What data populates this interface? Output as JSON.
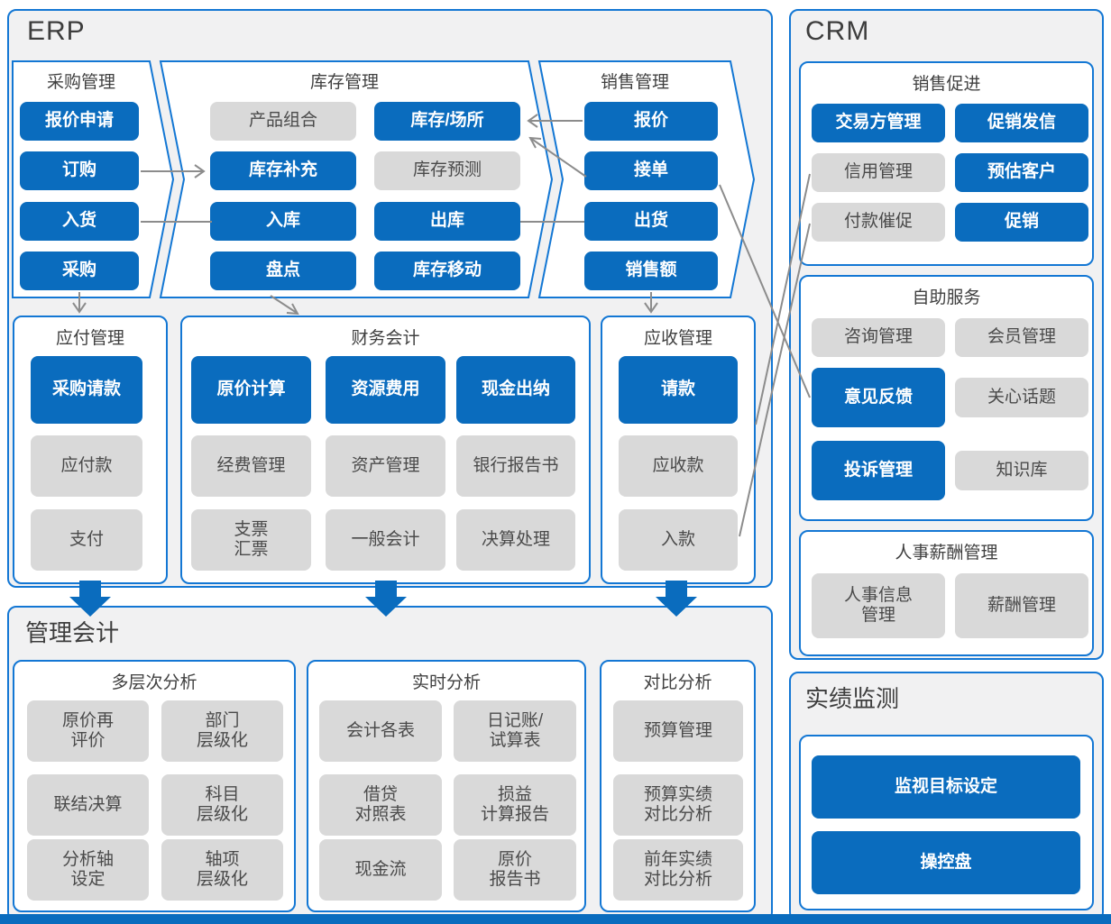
{
  "colors": {
    "accent_blue": "#0a6cbe",
    "border_blue": "#1377d4",
    "gray_block": "#d9d9d9",
    "connector_gray": "#8c8c8c"
  },
  "erp": {
    "title": "ERP",
    "procurement": {
      "title": "采购管理",
      "items": [
        "报价申请",
        "订购",
        "入货",
        "采购"
      ],
      "items_hl": [
        true,
        true,
        true,
        true
      ]
    },
    "inventory": {
      "title": "库存管理",
      "col1": [
        "产品组合",
        "库存补充",
        "入库",
        "盘点"
      ],
      "col1_hl": [
        false,
        true,
        true,
        true
      ],
      "col2": [
        "库存/场所",
        "库存预测",
        "出库",
        "库存移动"
      ],
      "col2_hl": [
        true,
        false,
        true,
        true
      ]
    },
    "sales": {
      "title": "销售管理",
      "items": [
        "报价",
        "接单",
        "出货",
        "销售额"
      ],
      "items_hl": [
        true,
        true,
        true,
        true
      ]
    },
    "payable": {
      "title": "应付管理",
      "items": [
        "采购请款",
        "应付款",
        "支付"
      ],
      "items_hl": [
        true,
        false,
        false
      ]
    },
    "accounting": {
      "title": "财务会计",
      "col1": [
        "原价计算",
        "经费管理",
        "支票\n汇票"
      ],
      "col1_hl": [
        true,
        false,
        false
      ],
      "col2": [
        "资源费用",
        "资产管理",
        "一般会计"
      ],
      "col2_hl": [
        true,
        false,
        false
      ],
      "col3": [
        "现金出纳",
        "银行报告书",
        "决算处理"
      ],
      "col3_hl": [
        true,
        false,
        false
      ]
    },
    "receivable": {
      "title": "应收管理",
      "items": [
        "请款",
        "应收款",
        "入款"
      ],
      "items_hl": [
        true,
        false,
        false
      ]
    }
  },
  "management": {
    "title": "管理会计",
    "multilayer": {
      "title": "多层次分析",
      "col1": [
        "原价再\n评价",
        "联结决算",
        "分析轴\n设定"
      ],
      "col1_hl": [
        false,
        false,
        false
      ],
      "col2": [
        "部门\n层级化",
        "科目\n层级化",
        "轴项\n层级化"
      ],
      "col2_hl": [
        false,
        false,
        false
      ]
    },
    "realtime": {
      "title": "实时分析",
      "col1": [
        "会计各表",
        "借贷\n对照表",
        "现金流"
      ],
      "col1_hl": [
        false,
        false,
        false
      ],
      "col2": [
        "日记账/\n试算表",
        "损益\n计算报告",
        "原价\n报告书"
      ],
      "col2_hl": [
        false,
        false,
        false
      ]
    },
    "comparison": {
      "title": "对比分析",
      "items": [
        "预算管理",
        "预算实绩\n对比分析",
        "前年实绩\n对比分析"
      ],
      "items_hl": [
        false,
        false,
        false
      ]
    }
  },
  "crm": {
    "title": "CRM",
    "promotion": {
      "title": "销售促进",
      "col1": [
        "交易方管理",
        "信用管理",
        "付款催促"
      ],
      "col1_hl": [
        true,
        false,
        false
      ],
      "col2": [
        "促销发信",
        "预估客户",
        "促销"
      ],
      "col2_hl": [
        true,
        true,
        true
      ]
    },
    "selfservice": {
      "title": "自助服务",
      "col1": [
        "咨询管理",
        "意见反馈",
        "投诉管理"
      ],
      "col1_hl": [
        false,
        true,
        true
      ],
      "col2": [
        "会员管理",
        "关心话题",
        "知识库"
      ],
      "col2_hl": [
        false,
        false,
        false
      ]
    },
    "hr": {
      "title": "人事薪酬管理",
      "items": [
        "人事信息\n管理",
        "薪酬管理"
      ],
      "items_hl": [
        false,
        false
      ]
    }
  },
  "monitoring": {
    "title": "实绩监测",
    "items": [
      "监视目标设定",
      "操控盘"
    ],
    "items_hl": [
      true,
      true
    ]
  }
}
